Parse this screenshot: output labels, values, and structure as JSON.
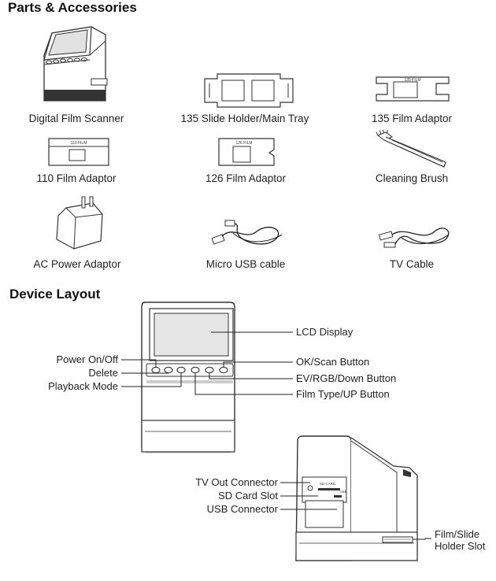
{
  "sections": {
    "parts_title": "Parts & Accessories",
    "layout_title": "Device Layout"
  },
  "parts": [
    {
      "label": "Digital Film Scanner"
    },
    {
      "label": "135 Slide Holder/Main Tray"
    },
    {
      "label": "135 Film Adaptor"
    },
    {
      "label": "110 Film Adaptor"
    },
    {
      "label": "126 Film Adaptor"
    },
    {
      "label": "Cleaning Brush"
    },
    {
      "label": "AC Power Adaptor"
    },
    {
      "label": "Micro USB cable"
    },
    {
      "label": "TV Cable"
    }
  ],
  "adaptor_marks": {
    "film135": "135 FILM",
    "film110": "110 FILM",
    "film126": "126 FILM"
  },
  "device_front": {
    "left": [
      "Power On/Off",
      "Delete",
      "Playback Mode"
    ],
    "right": [
      "LCD Display",
      "OK/Scan Button",
      "EV/RGB/Down Button",
      "Film Type/UP Button"
    ]
  },
  "device_side": {
    "left": [
      "TV Out Connector",
      "SD Card Slot",
      "USB Connector"
    ],
    "right_line1": "Film/Slide",
    "right_line2": "Holder Slot",
    "panel_marks": {
      "sd": "SD CARD",
      "usb": "USB"
    }
  }
}
